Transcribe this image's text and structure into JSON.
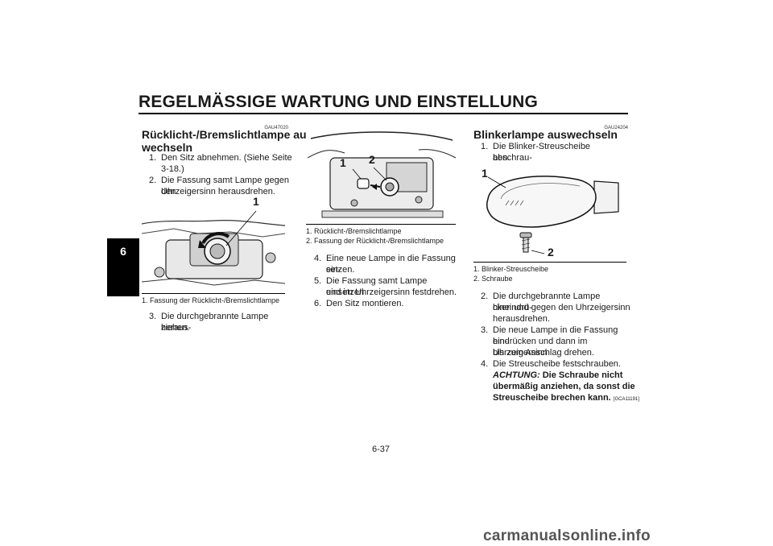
{
  "header": {
    "title": "REGELMÄSSIGE WARTUNG UND EINSTELLUNG",
    "chapter_tab": "6"
  },
  "col1": {
    "code": "GAU47020",
    "title_line1": "Rücklicht-/Bremslichtlampe aus-",
    "title_line2": "wechseln",
    "steps_a": [
      {
        "num": "1.",
        "lines": [
          "Den Sitz abnehmen. (Siehe Seite",
          "3-18.)"
        ]
      },
      {
        "num": "2.",
        "lines": [
          "Die Fassung samt Lampe gegen den",
          "Uhrzeigersinn herausdrehen."
        ]
      }
    ],
    "figure_callout": "1",
    "caption": "1.  Fassung der Rücklicht-/Bremslichtlampe",
    "steps_b": [
      {
        "num": "3.",
        "lines": [
          "Die durchgebrannte Lampe heraus-",
          "ziehen."
        ]
      }
    ]
  },
  "col2": {
    "figure_callouts": [
      "1",
      "2"
    ],
    "captions": [
      "1.  Rücklicht-/Bremslichtlampe",
      "2.  Fassung der Rücklicht-/Bremslichtlampe"
    ],
    "steps": [
      {
        "num": "4.",
        "lines": [
          "Eine neue Lampe in die Fassung ein-",
          "setzen."
        ]
      },
      {
        "num": "5.",
        "lines": [
          "Die Fassung samt Lampe einsetzen",
          "und im Uhrzeigersinn festdrehen."
        ]
      },
      {
        "num": "6.",
        "lines": [
          "Den Sitz montieren."
        ]
      }
    ]
  },
  "col3": {
    "code": "GAU24204",
    "title": "Blinkerlampe auswechseln",
    "steps_a": [
      {
        "num": "1.",
        "lines": [
          "Die Blinker-Streuscheibe abschrau-",
          "ben."
        ]
      }
    ],
    "figure_callouts": [
      "1",
      "2"
    ],
    "captions": [
      "1.  Blinker-Streuscheibe",
      "2.  Schraube"
    ],
    "steps_b": [
      {
        "num": "2.",
        "lines": [
          "Die durchgebrannte Lampe hineindrü-",
          "cken und gegen den Uhrzeigersinn",
          "herausdrehen."
        ]
      },
      {
        "num": "3.",
        "lines": [
          "Die neue Lampe in die Fassung hin-",
          "eindrücken und dann im Uhrzeigersinn",
          "bis zum Anschlag drehen."
        ]
      },
      {
        "num": "4.",
        "lines": [
          "Die Streuscheibe festschrauben."
        ]
      }
    ],
    "caution": {
      "label": "ACHTUNG:",
      "line1": "Die Schraube nicht",
      "line2": "übermäßig anziehen, da sonst die",
      "line3": "Streuscheibe brechen kann.",
      "code": "[GCA11191]"
    }
  },
  "page_number": "6-37",
  "footer": "carmanualsonline.info"
}
